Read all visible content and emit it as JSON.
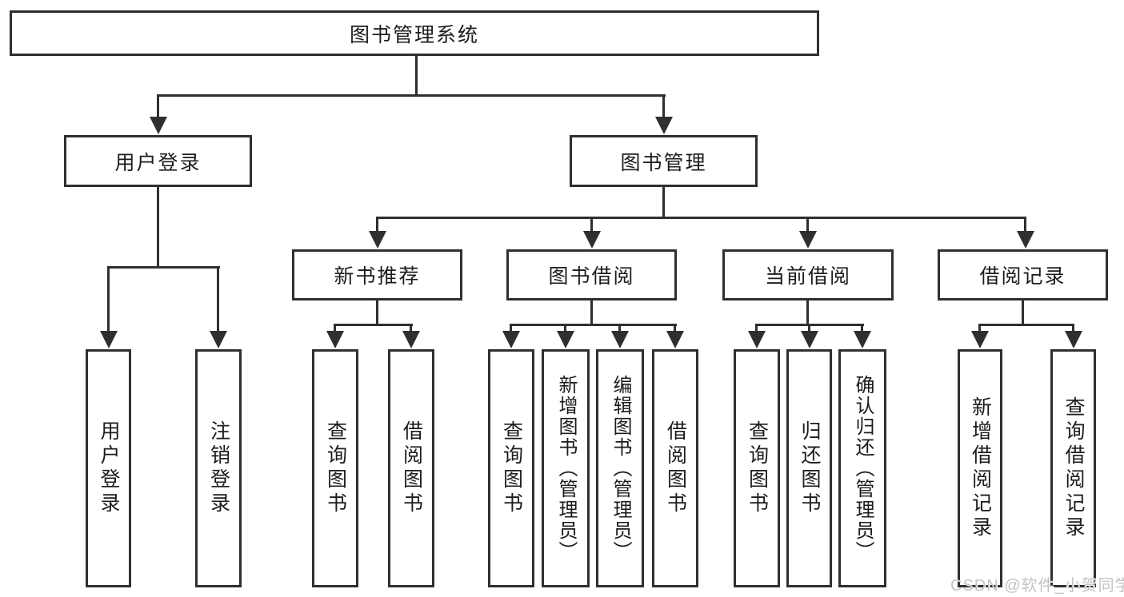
{
  "diagram": {
    "watermark": "CSDN @软件_小贺同学",
    "colors": {
      "line": "#2f2f2f",
      "text": "#1c1c1c",
      "box_fill": "#ffffff",
      "watermark": "#c4c4c4",
      "background": "#ffffff"
    },
    "nodes": {
      "root": "图书管理系统",
      "user_login": "用户登录",
      "book_mgmt": "图书管理",
      "new_books": "新书推荐",
      "book_borrow": "图书借阅",
      "current_borrow": "当前借阅",
      "borrow_records": "借阅记录",
      "leaf_user_login": "用户登录",
      "leaf_logout": "注销登录",
      "leaf_nb_query": "查询图书",
      "leaf_nb_borrow": "借阅图书",
      "leaf_bb_query": "查询图书",
      "leaf_bb_add": "新增图书（管理员）",
      "leaf_bb_edit": "编辑图书（管理员）",
      "leaf_bb_borrow": "借阅图书",
      "leaf_cb_query": "查询图书",
      "leaf_cb_return": "归还图书",
      "leaf_cb_confirm": "确认归还（管理员）",
      "leaf_br_add": "新增借阅记录",
      "leaf_br_query": "查询借阅记录"
    },
    "hierarchy": {
      "图书管理系统": {
        "用户登录": [
          "用户登录",
          "注销登录"
        ],
        "图书管理": {
          "新书推荐": [
            "查询图书",
            "借阅图书"
          ],
          "图书借阅": [
            "查询图书",
            "新增图书（管理员）",
            "编辑图书（管理员）",
            "借阅图书"
          ],
          "当前借阅": [
            "查询图书",
            "归还图书",
            "确认归还（管理员）"
          ],
          "借阅记录": [
            "新增借阅记录",
            "查询借阅记录"
          ]
        }
      }
    }
  }
}
